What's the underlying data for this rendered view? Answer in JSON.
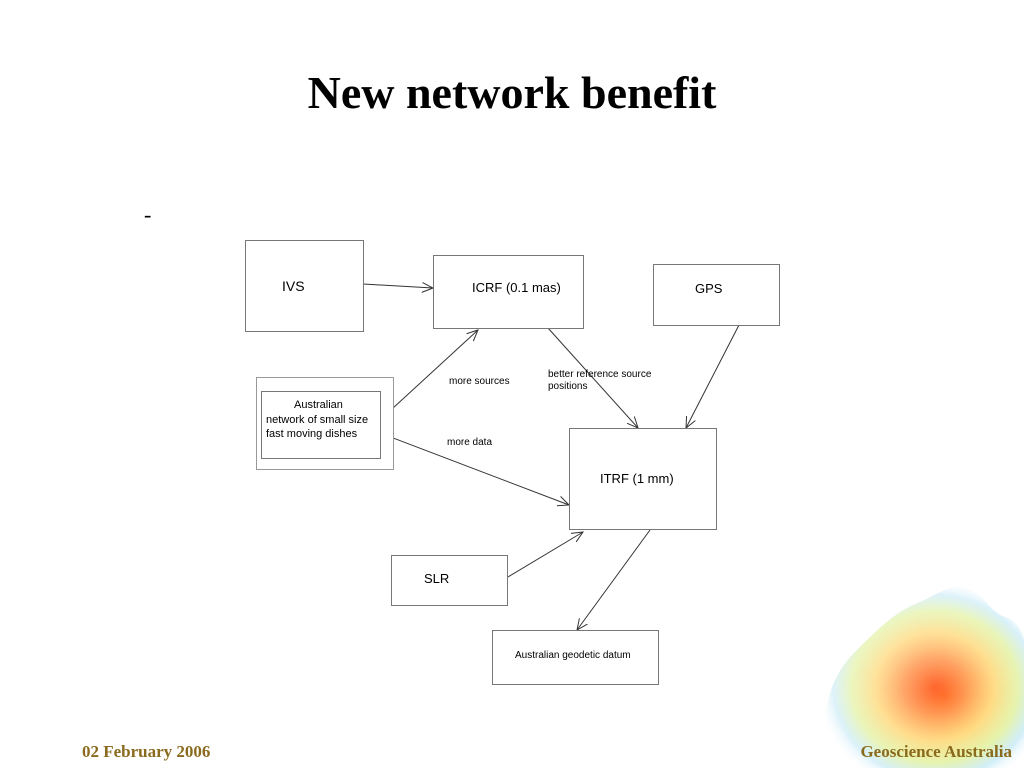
{
  "slide": {
    "title": "New network benefit",
    "bullet": "-",
    "footer_left": "02 February 2006",
    "footer_right": "Geoscience Australia"
  },
  "nodes": {
    "ivs": "IVS",
    "icrf": "ICRF (0.1 mas)",
    "gps": "GPS",
    "australian_network": [
      "Australian",
      "network of small size",
      "fast moving dishes"
    ],
    "itrf": "ITRF (1 mm)",
    "slr": "SLR",
    "datum": "Australian geodetic datum"
  },
  "edges": {
    "more_sources": "more sources",
    "better_reference": [
      "better reference source",
      "positions"
    ],
    "more_data": "more data"
  },
  "colors": {
    "footer": "#8a6a1c",
    "box_border": "#777777"
  }
}
